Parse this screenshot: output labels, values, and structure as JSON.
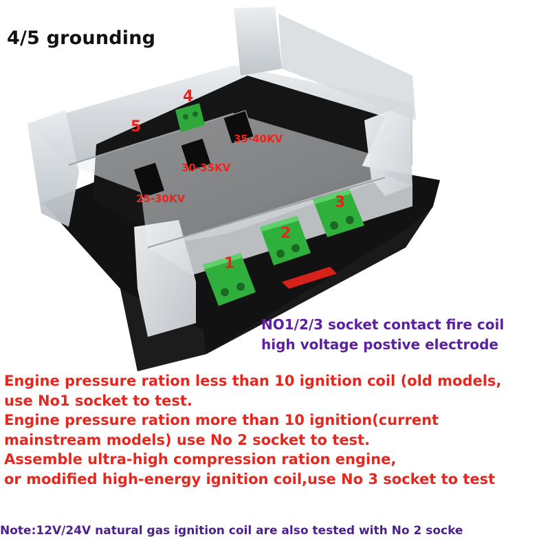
{
  "title": "4/5 grounding",
  "board_labels": {
    "range_1": "25-30KV",
    "range_2": "30-35KV",
    "range_3": "35-40KV",
    "socket_1": "1",
    "socket_2": "2",
    "socket_3": "3",
    "terminal_4": "4",
    "terminal_5": "5"
  },
  "socket_caption": {
    "line1": "NO1/2/3 socket contact fire coil",
    "line2": "high voltage postive electrode"
  },
  "description": {
    "line1": "Engine pressure ration less than 10 ignition coil (old models,",
    "line2": "use No1 socket to test.",
    "line3": "Engine pressure ration more than 10 ignition(current",
    "line4": "mainstream models) use No 2 socket to test.",
    "line5": "Assemble ultra-high compression ration engine,",
    "line6": "or modified high-energy ignition coil,use No 3 socket to test"
  },
  "note": "Note:12V/24V natural gas ignition coil are also tested with No 2 socke",
  "colors": {
    "annotation_red": "#e8241b",
    "caption_purple": "#5b1fa0",
    "terminal_green": "#2ea83a",
    "board_black": "#141414",
    "title_black": "#111111"
  }
}
